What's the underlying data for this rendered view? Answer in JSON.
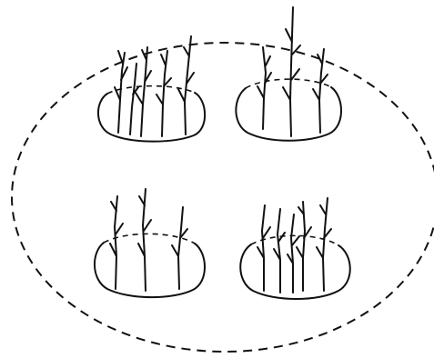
{
  "diagram": {
    "description_visible_text": "",
    "enclosure": {
      "style": "dashed"
    },
    "clumps": [
      {
        "id": "top-left",
        "stems": 5
      },
      {
        "id": "top-right",
        "stems": 3
      },
      {
        "id": "bottom-left",
        "stems": 3
      },
      {
        "id": "bottom-right",
        "stems": 5
      }
    ]
  }
}
